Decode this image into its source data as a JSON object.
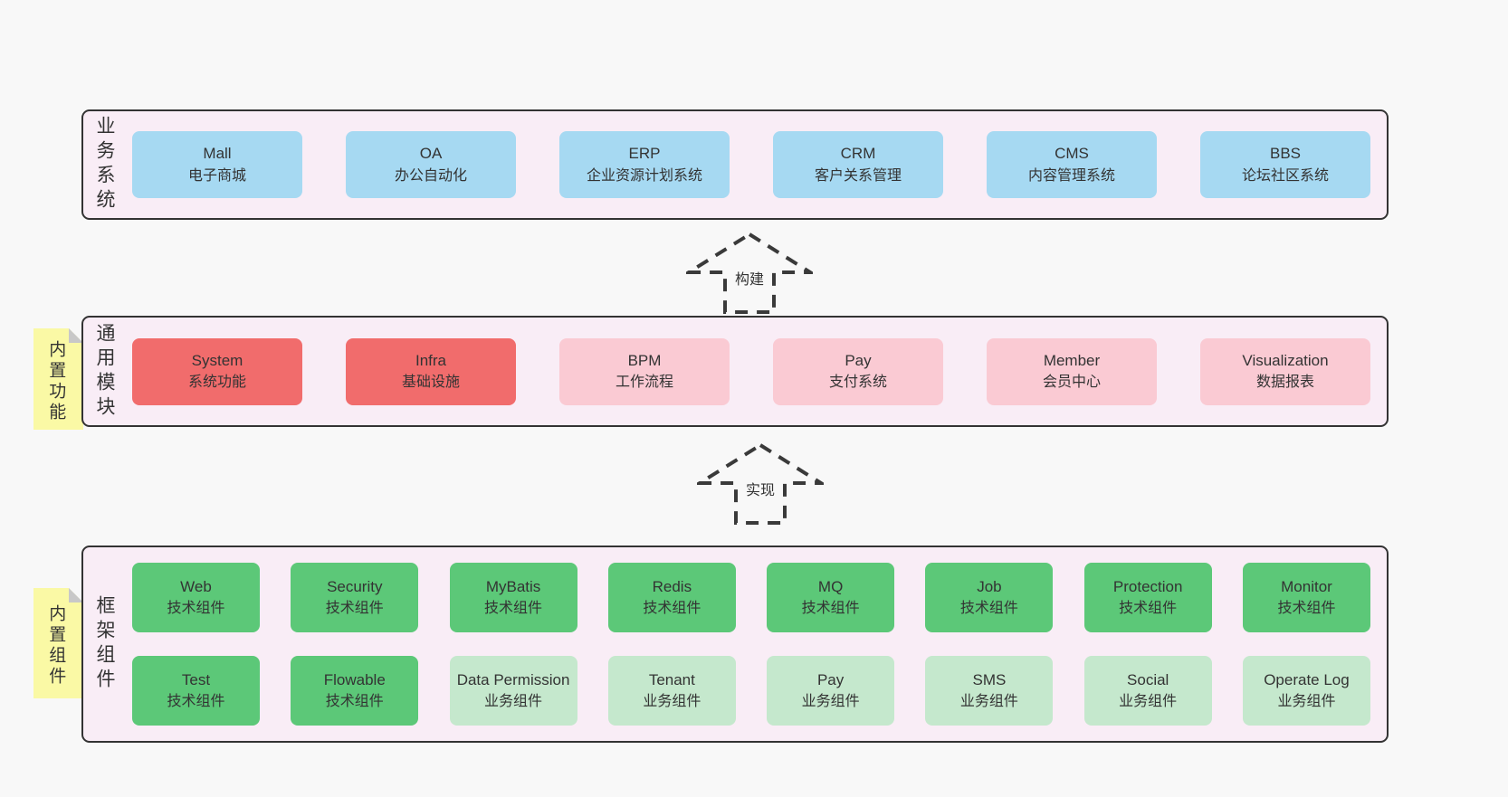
{
  "colors": {
    "page_bg": "#f8f8f8",
    "layer_bg": "#f9edf6",
    "layer_border": "#333333",
    "text": "#333333",
    "blue": "#a6d9f2",
    "red": "#f16c6c",
    "pink": "#facad3",
    "green": "#5cc878",
    "light_green": "#c5e8cd",
    "sticky_bg": "#faf9a5",
    "sticky_fold": "#c8c8c8",
    "arrow_stroke": "#3a3a3a"
  },
  "arrows": [
    {
      "label": "构建"
    },
    {
      "label": "实现"
    }
  ],
  "layers": [
    {
      "label": "业务系统",
      "sticky": null,
      "rows": [
        [
          {
            "title": "Mall",
            "subtitle": "电子商城",
            "variant": "blue"
          },
          {
            "title": "OA",
            "subtitle": "办公自动化",
            "variant": "blue"
          },
          {
            "title": "ERP",
            "subtitle": "企业资源计划系统",
            "variant": "blue"
          },
          {
            "title": "CRM",
            "subtitle": "客户关系管理",
            "variant": "blue"
          },
          {
            "title": "CMS",
            "subtitle": "内容管理系统",
            "variant": "blue"
          },
          {
            "title": "BBS",
            "subtitle": "论坛社区系统",
            "variant": "blue"
          }
        ]
      ]
    },
    {
      "label": "通用模块",
      "sticky": "内置功能",
      "rows": [
        [
          {
            "title": "System",
            "subtitle": "系统功能",
            "variant": "red"
          },
          {
            "title": "Infra",
            "subtitle": "基础设施",
            "variant": "red"
          },
          {
            "title": "BPM",
            "subtitle": "工作流程",
            "variant": "pink"
          },
          {
            "title": "Pay",
            "subtitle": "支付系统",
            "variant": "pink"
          },
          {
            "title": "Member",
            "subtitle": "会员中心",
            "variant": "pink"
          },
          {
            "title": "Visualization",
            "subtitle": "数据报表",
            "variant": "pink"
          }
        ]
      ]
    },
    {
      "label": "框架组件",
      "sticky": "内置组件",
      "rows": [
        [
          {
            "title": "Web",
            "subtitle": "技术组件",
            "variant": "green"
          },
          {
            "title": "Security",
            "subtitle": "技术组件",
            "variant": "green"
          },
          {
            "title": "MyBatis",
            "subtitle": "技术组件",
            "variant": "green"
          },
          {
            "title": "Redis",
            "subtitle": "技术组件",
            "variant": "green"
          },
          {
            "title": "MQ",
            "subtitle": "技术组件",
            "variant": "green"
          },
          {
            "title": "Job",
            "subtitle": "技术组件",
            "variant": "green"
          },
          {
            "title": "Protection",
            "subtitle": "技术组件",
            "variant": "green"
          },
          {
            "title": "Monitor",
            "subtitle": "技术组件",
            "variant": "green"
          }
        ],
        [
          {
            "title": "Test",
            "subtitle": "技术组件",
            "variant": "green"
          },
          {
            "title": "Flowable",
            "subtitle": "技术组件",
            "variant": "green"
          },
          {
            "title": "Data Permission",
            "subtitle": "业务组件",
            "variant": "light_green"
          },
          {
            "title": "Tenant",
            "subtitle": "业务组件",
            "variant": "light_green"
          },
          {
            "title": "Pay",
            "subtitle": "业务组件",
            "variant": "light_green"
          },
          {
            "title": "SMS",
            "subtitle": "业务组件",
            "variant": "light_green"
          },
          {
            "title": "Social",
            "subtitle": "业务组件",
            "variant": "light_green"
          },
          {
            "title": "Operate Log",
            "subtitle": "业务组件",
            "variant": "light_green"
          }
        ]
      ]
    }
  ]
}
